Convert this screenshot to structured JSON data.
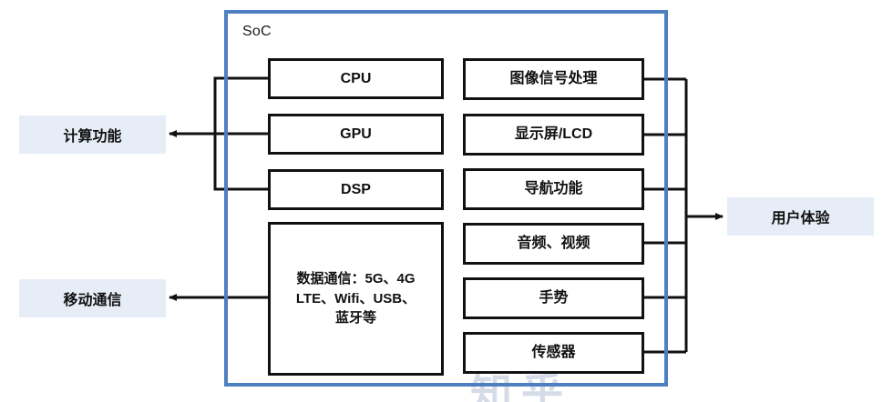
{
  "diagram": {
    "title": "SoC",
    "soc_border_color": "#4E7FC1",
    "block_border_color": "#111111",
    "label_bg_color": "#E7EDF7",
    "wire_color": "#111111",
    "left_blocks": [
      {
        "label": "CPU"
      },
      {
        "label": "GPU"
      },
      {
        "label": "DSP"
      },
      {
        "label": "数据通信：5G、4G\nLTE、Wifi、USB、\n蓝牙等"
      }
    ],
    "right_blocks": [
      {
        "label": "图像信号处理"
      },
      {
        "label": "显示屏/LCD"
      },
      {
        "label": "导航功能"
      },
      {
        "label": "音频、视频"
      },
      {
        "label": "手势"
      },
      {
        "label": "传感器"
      }
    ],
    "side_labels": [
      {
        "label": "计算功能",
        "side": "left"
      },
      {
        "label": "移动通信",
        "side": "left"
      },
      {
        "label": "用户体验",
        "side": "right"
      }
    ],
    "watermark": "知乎"
  }
}
